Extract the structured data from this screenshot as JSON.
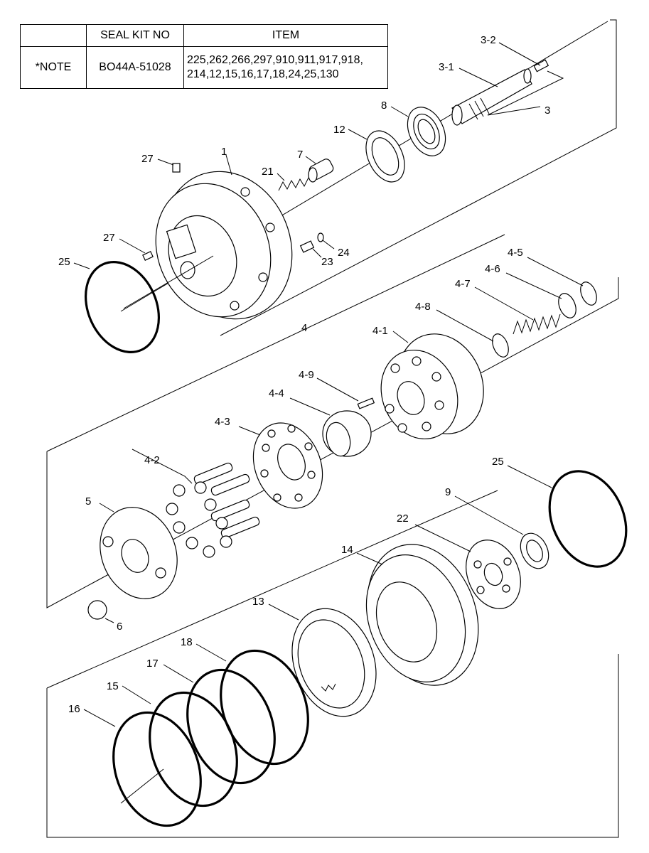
{
  "table": {
    "headers": [
      "",
      "SEAL KIT NO",
      "ITEM"
    ],
    "row": {
      "note": "*NOTE",
      "kit_no": "BO44A-51028",
      "items_line1": "225,262,266,297,910,911,917,918,",
      "items_line2": "214,12,15,16,17,18,24,25,130"
    }
  },
  "labels": {
    "l1": "1",
    "l3": "3",
    "l3_1": "3-1",
    "l3_2": "3-2",
    "l4": "4",
    "l4_1": "4-1",
    "l4_2": "4-2",
    "l4_3": "4-3",
    "l4_4": "4-4",
    "l4_5": "4-5",
    "l4_6": "4-6",
    "l4_7": "4-7",
    "l4_8": "4-8",
    "l4_9": "4-9",
    "l5": "5",
    "l6": "6",
    "l7": "7",
    "l8": "8",
    "l9": "9",
    "l12": "12",
    "l13": "13",
    "l14": "14",
    "l15": "15",
    "l16": "16",
    "l17": "17",
    "l18": "18",
    "l21": "21",
    "l22": "22",
    "l23": "23",
    "l24": "24",
    "l25a": "25",
    "l25b": "25",
    "l27a": "27",
    "l27b": "27"
  }
}
